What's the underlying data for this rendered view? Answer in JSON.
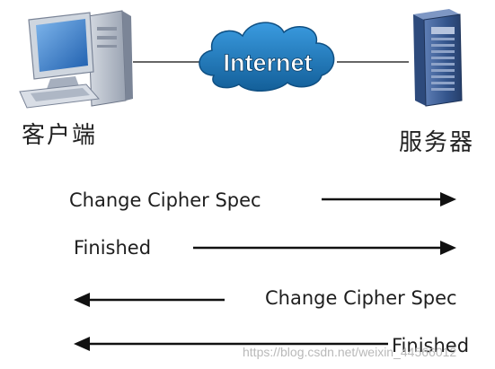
{
  "nodes": {
    "client_label": "客户端",
    "server_label": "服务器",
    "internet_label": "Internet"
  },
  "messages": [
    {
      "label": "Change Cipher Spec",
      "direction": "client-to-server"
    },
    {
      "label": "Finished",
      "direction": "client-to-server"
    },
    {
      "label": "Change Cipher Spec",
      "direction": "server-to-client"
    },
    {
      "label": "Finished",
      "direction": "server-to-client"
    }
  ],
  "watermark": "https://blog.csdn.net/weixin_44566012",
  "colors": {
    "cloud": "#1d79b6",
    "arrow": "#111111",
    "computer": "#2a62a8",
    "server": "#3a5c94"
  }
}
